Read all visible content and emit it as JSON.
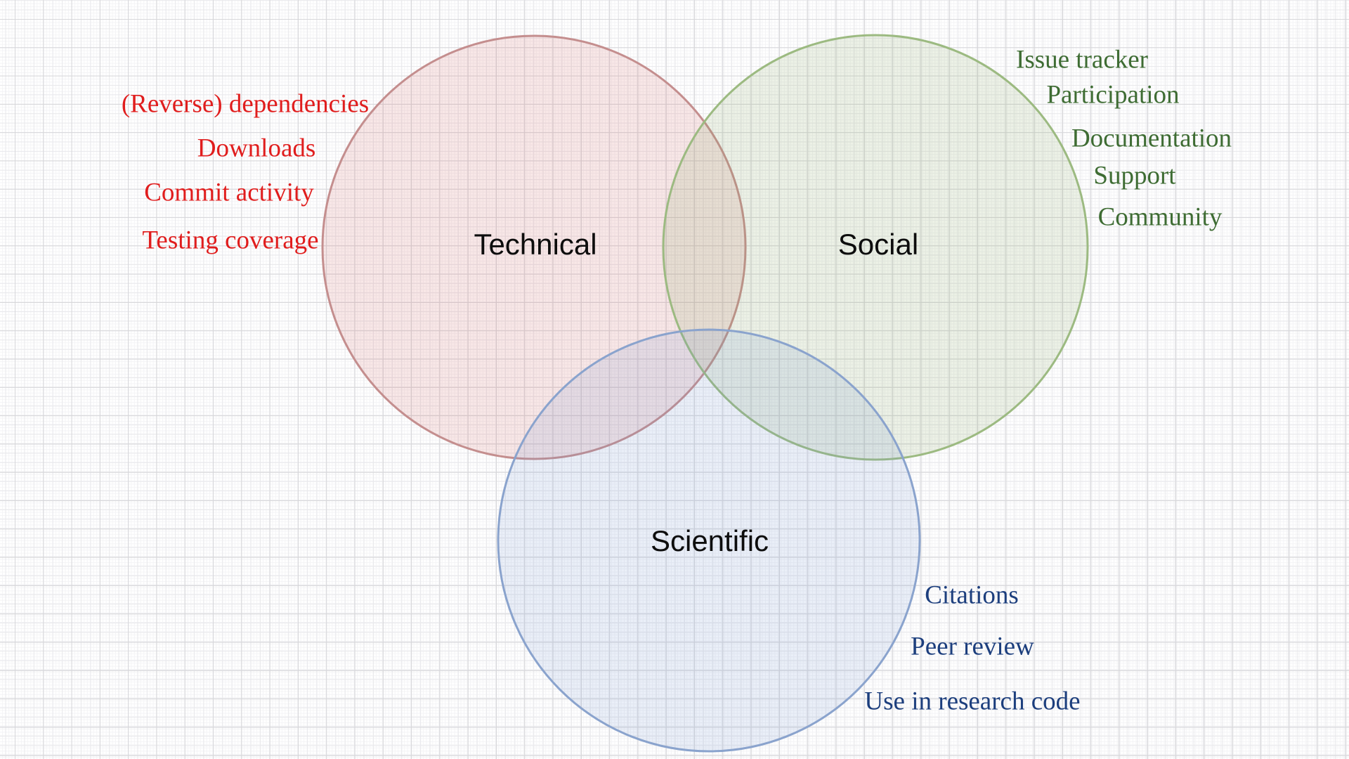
{
  "venn": {
    "sets": [
      {
        "id": "technical",
        "label": "Technical",
        "text_color": "#e01d1d",
        "stroke_color": "#c48e8e",
        "fill_color": "#d87070",
        "items": [
          "(Reverse) dependencies",
          "Downloads",
          "Commit activity",
          "Testing coverage"
        ]
      },
      {
        "id": "social",
        "label": "Social",
        "text_color": "#3e6c33",
        "stroke_color": "#9cba81",
        "fill_color": "#86a863",
        "items": [
          "Issue tracker",
          "Participation",
          "Documentation",
          "Support",
          "Community"
        ]
      },
      {
        "id": "scientific",
        "label": "Scientific",
        "text_color": "#1c3e7d",
        "stroke_color": "#8aa3cd",
        "fill_color": "#7495ce",
        "items": [
          "Citations",
          "Peer review",
          "Use in research code"
        ]
      }
    ]
  }
}
